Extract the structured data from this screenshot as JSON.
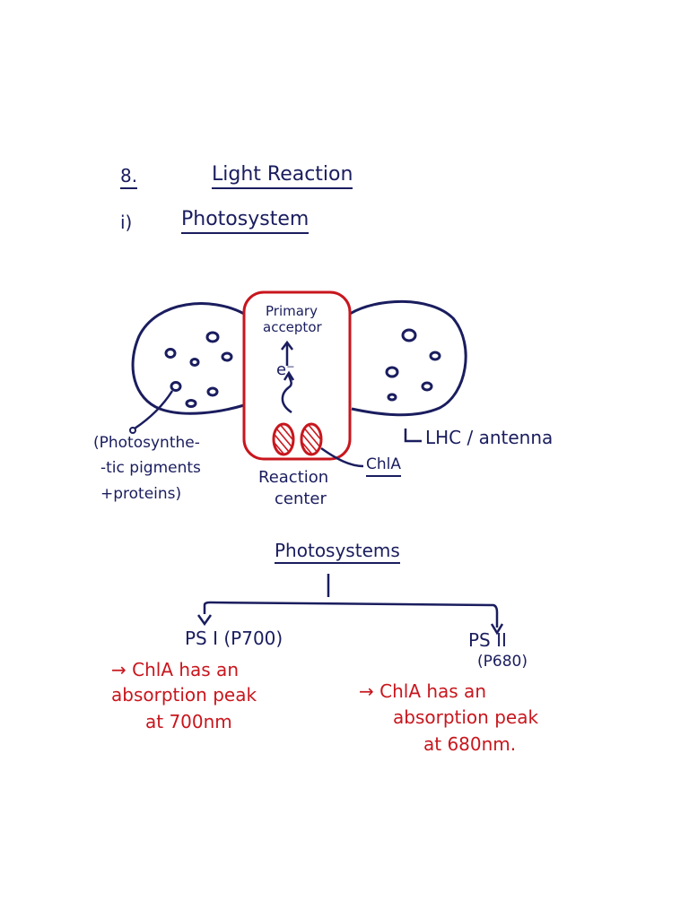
{
  "heading": {
    "number": "8.",
    "title": "Light Reaction"
  },
  "section": {
    "number": "i)",
    "title": "Photosystem"
  },
  "diagram": {
    "primary_acceptor": [
      "Primary",
      "acceptor"
    ],
    "electron": "e⁻",
    "left_label": [
      "(Photosynthe-",
      "-tic pigments",
      "+proteins)"
    ],
    "reaction_center": [
      "Reaction",
      "center"
    ],
    "chla": "ChlA",
    "right_label": "LHC / antenna"
  },
  "tree": {
    "title": "Photosystems",
    "ps1": {
      "name": "PS I (P700)",
      "desc": [
        "→ ChlA has an",
        "absorption peak",
        "at 700nm"
      ]
    },
    "ps2": {
      "name": "PS II",
      "sub": "(P680)",
      "desc": [
        "→ ChlA has an",
        "absorption peak",
        "at 680nm."
      ]
    }
  },
  "colors": {
    "ink": "#1a1d5e",
    "red": "#c8161d"
  }
}
